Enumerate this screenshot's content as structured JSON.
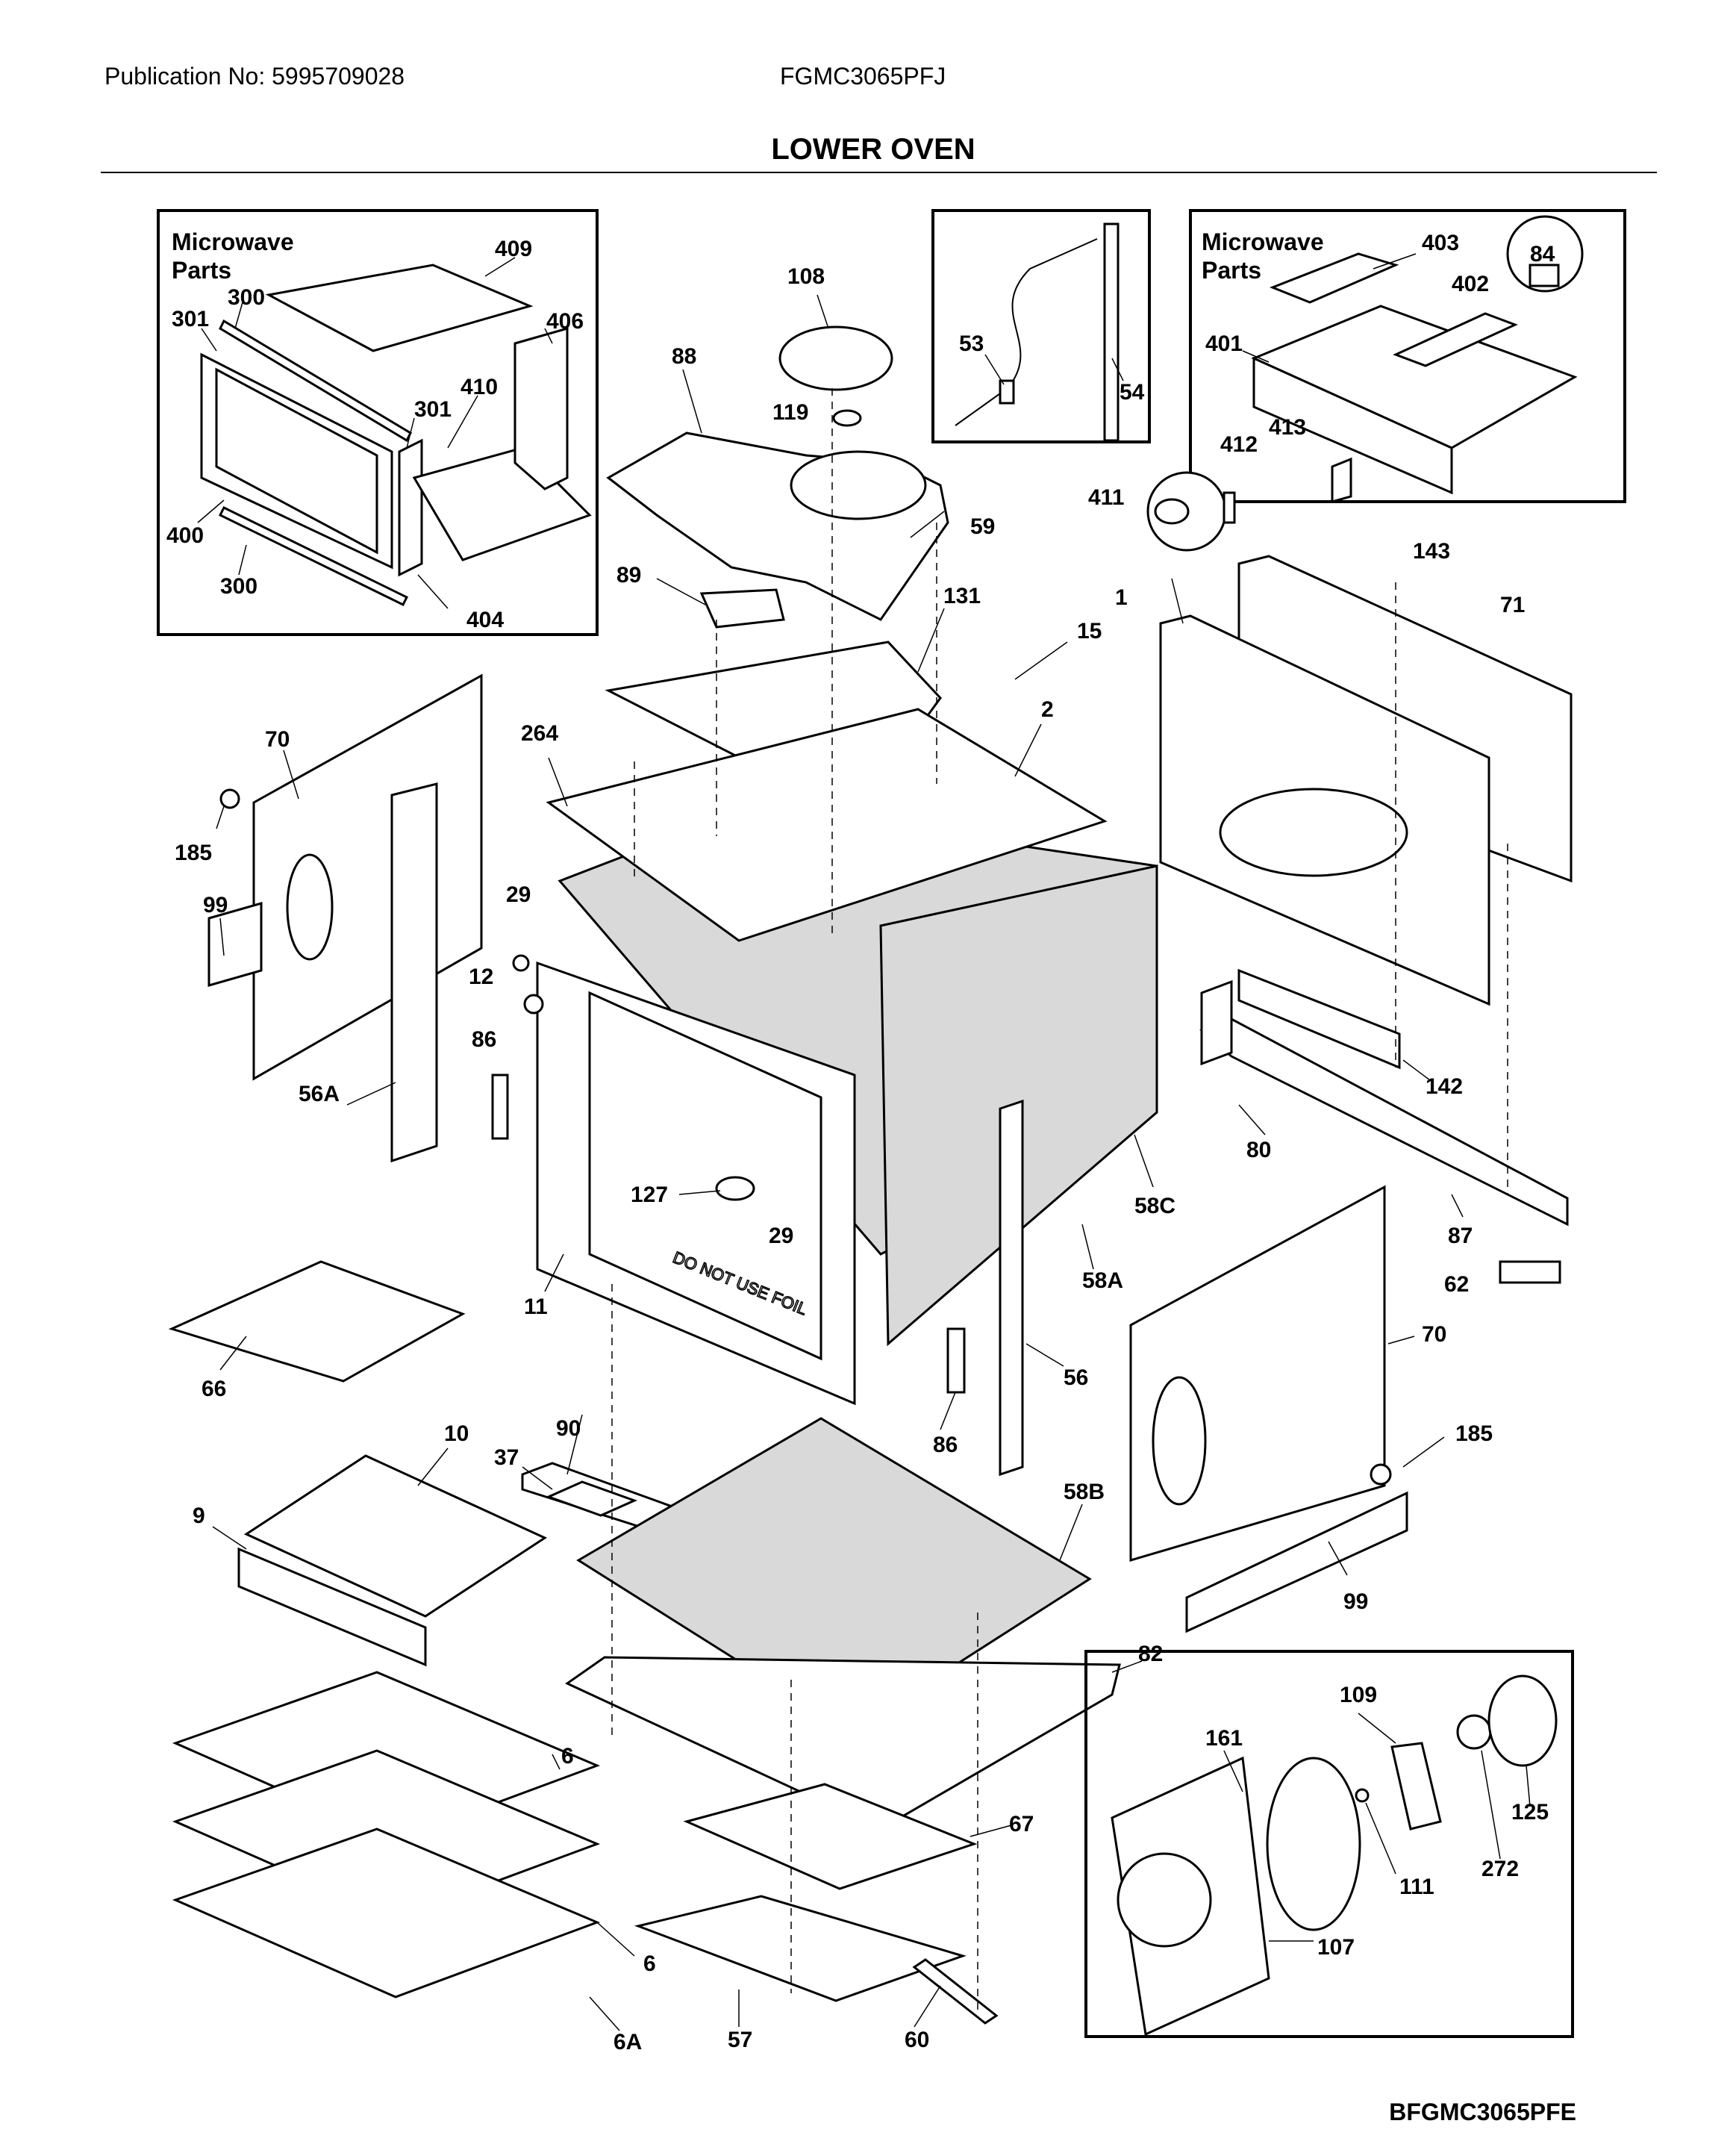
{
  "header": {
    "publication": "Publication No: 5995709028",
    "model": "FGMC3065PFJ",
    "section": "LOWER OVEN"
  },
  "footer": {
    "code": "BFGMC3065PFE"
  },
  "insets": {
    "left_title_line1": "Microwave",
    "left_title_line2": "Parts",
    "right_title_line1": "Microwave",
    "right_title_line2": "Parts"
  },
  "labels": {
    "l409": "409",
    "l300a": "300",
    "l301a": "301",
    "l406": "406",
    "l410": "410",
    "l301b": "301",
    "l400": "400",
    "l300b": "300",
    "l404": "404",
    "l108": "108",
    "l88": "88",
    "l119": "119",
    "l59": "59",
    "l89": "89",
    "l131": "131",
    "l53": "53",
    "l54": "54",
    "l403": "403",
    "l84": "84",
    "l402": "402",
    "l401": "401",
    "l412": "412",
    "l413": "413",
    "l411": "411",
    "l143": "143",
    "l1": "1",
    "l15": "15",
    "l71": "71",
    "l2": "2",
    "l264": "264",
    "l70a": "70",
    "l185a": "185",
    "l99a": "99",
    "l56A": "56A",
    "l29a": "29",
    "l12": "12",
    "l86a": "86",
    "l142": "142",
    "l80": "80",
    "l127": "127",
    "l29b": "29",
    "l58C": "58C",
    "l87": "87",
    "l11": "11",
    "l58A": "58A",
    "l62": "62",
    "l66": "66",
    "l70b": "70",
    "l56": "56",
    "l90": "90",
    "l86b": "86",
    "l185b": "185",
    "l10": "10",
    "l37": "37",
    "l58B": "58B",
    "l9": "9",
    "l99b": "99",
    "l82": "82",
    "l109": "109",
    "l161": "161",
    "l6a": "6",
    "l67": "67",
    "l125": "125",
    "l272": "272",
    "l111": "111",
    "l6b": "6",
    "l107": "107",
    "l57": "57",
    "l60": "60",
    "l6A": "6A"
  },
  "stamp_text": "DO NOT USE FOIL"
}
